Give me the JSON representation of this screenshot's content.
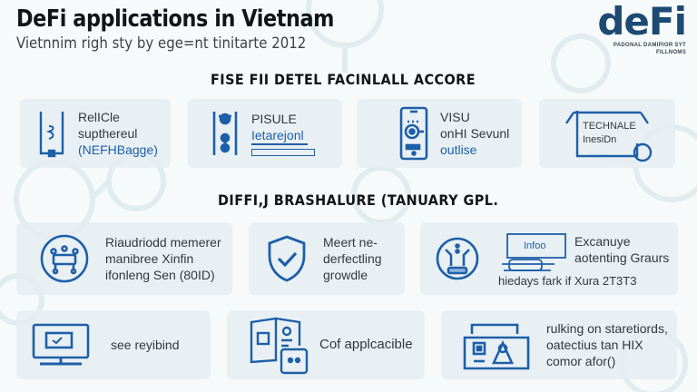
{
  "header": {
    "title": "DeFi applications in Vietnam",
    "subtitle": "Vietnnim righ sty by ege=nt tinitarte 2012"
  },
  "logo": {
    "word": "deFi",
    "line1": "PADONAL DAMIPIOR SYT",
    "line2": "FILLNOMS"
  },
  "section1": {
    "heading": "FISE FII DETEL FACINLALL ACCORE",
    "cards": [
      {
        "icon": "beaker-icon",
        "lines": [
          "RelICle",
          "supthereul",
          "(NEFHBagge)"
        ]
      },
      {
        "icon": "pillars-icon",
        "lines": [
          "PISULE",
          "Ietarejonl"
        ]
      },
      {
        "icon": "smartphone-icon",
        "lines": [
          "VISU",
          "onHI Sevunl",
          "outlise"
        ]
      },
      {
        "icon": "frame-icon",
        "lines": [
          "TECHNALE",
          "InesiDn"
        ]
      }
    ]
  },
  "section2": {
    "heading": "DIFFI,J BRASHALURE (TANUARY GPL.",
    "cards": [
      {
        "icon": "blockchain-circle-icon",
        "lines": [
          "Riaudriodd memerer",
          "manibree Xinfin",
          "ifonleng Sen (80ID)"
        ]
      },
      {
        "icon": "shield-check-icon",
        "lines": [
          "Meert ne-",
          "derfectling",
          "growdle"
        ]
      },
      {
        "icon": "robot-circle-icon",
        "device_label": "Infoo",
        "lines": [
          "Excanuye",
          "aotenting Graurs"
        ],
        "footer": "hiedays fark if Xura 2T3T3"
      },
      {
        "icon": "monitor-check-icon",
        "lines": [
          "see reyibind"
        ]
      },
      {
        "icon": "documents-icon",
        "lines": [
          "Cof applcacible"
        ]
      },
      {
        "icon": "wallet-user-icon",
        "lines": [
          "rulking on staretiords,",
          "oatectius tan HIX",
          "comor afor()"
        ]
      }
    ]
  },
  "colors": {
    "accent": "#1d5fa8",
    "logo": "#1c4a72",
    "card_bg": "#e6edf2",
    "background": "#f7fafb"
  }
}
